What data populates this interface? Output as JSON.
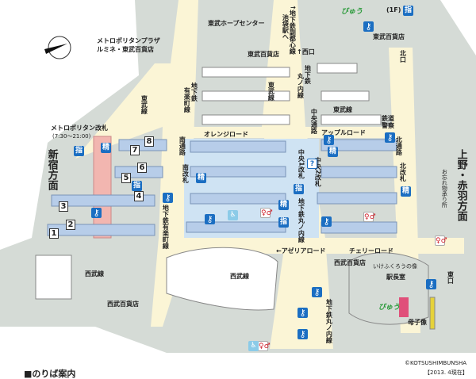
{
  "map": {
    "directions": {
      "west": "新宿方面",
      "east": "上野・赤羽方面"
    },
    "labels": {
      "metro_plaza": "メトロポリタンプラザ",
      "lumine_tobu": "ルミネ・東武百貨店",
      "tobu_hope": "東武ホープセンター",
      "tobu_dept1": "東武百貨店",
      "tobu_dept2": "東武百貨店",
      "fukutoshin_a": "↑地下鉄副都心線",
      "fukutoshin_b": "池袋駅へ",
      "west_exit": "↑西口",
      "north_exit": "北口",
      "tobu_line1": "東武線",
      "tobu_line2": "東武線",
      "tobu_line3": "東武線",
      "yurakucho_a": "地下鉄",
      "yurakucho_b": "有楽町線",
      "marunouchi_a": "地下鉄",
      "marunouchi_b": "丸ノ内線",
      "metro_gate": "メトロポリタン改札",
      "metro_gate_hours": "(7:30〜21:00)",
      "south_passage": "南通路",
      "south_gate": "南改札",
      "orange_road": "オレンジロード",
      "central_passage": "中央通路",
      "central1_gate": "中央1改札",
      "central2_gate": "中央2改札",
      "apple_road": "アップルロード",
      "police_a": "鉄道",
      "police_b": "警察",
      "north_passage": "北通路",
      "north_gate": "北改札",
      "lost_found": "お忘れ物承り所",
      "seibu_line1": "西武線",
      "seibu_dept1": "西武百貨店",
      "seibu_line2": "西武線",
      "seibu_dept2": "西武百貨店",
      "azalea_road": "←アゼリアロード",
      "cherry_road": "チェリーロード",
      "yurakucho2": "地下鉄有楽町線",
      "marunouchi2": "地下鉄丸ノ内線",
      "marunouchi3": "地下鉄丸ノ内線",
      "ikefukurou": "いけふくろうの像",
      "stationmaster": "駅長室",
      "boshi": "母子像",
      "east_exit": "東口",
      "view1": "びゅう",
      "floor1": "(1F)",
      "view2": "びゅう"
    },
    "icons": {
      "reserved": "指",
      "fare": "精"
    },
    "platforms": [
      "1",
      "2",
      "3",
      "4",
      "5",
      "6",
      "7",
      "8"
    ],
    "footer": {
      "copyright": "©KOTSUSHIMBUNSHA",
      "date": "【2013. 4現在】",
      "section": "■のりば案内"
    },
    "colors": {
      "building": "#d5dbd6",
      "corridor": "#fbf5d6",
      "concourse": "#cfe3f3",
      "platform": "#b7cde9",
      "icon": "#1b6ec2",
      "bridge": "#f2b6b0"
    }
  }
}
